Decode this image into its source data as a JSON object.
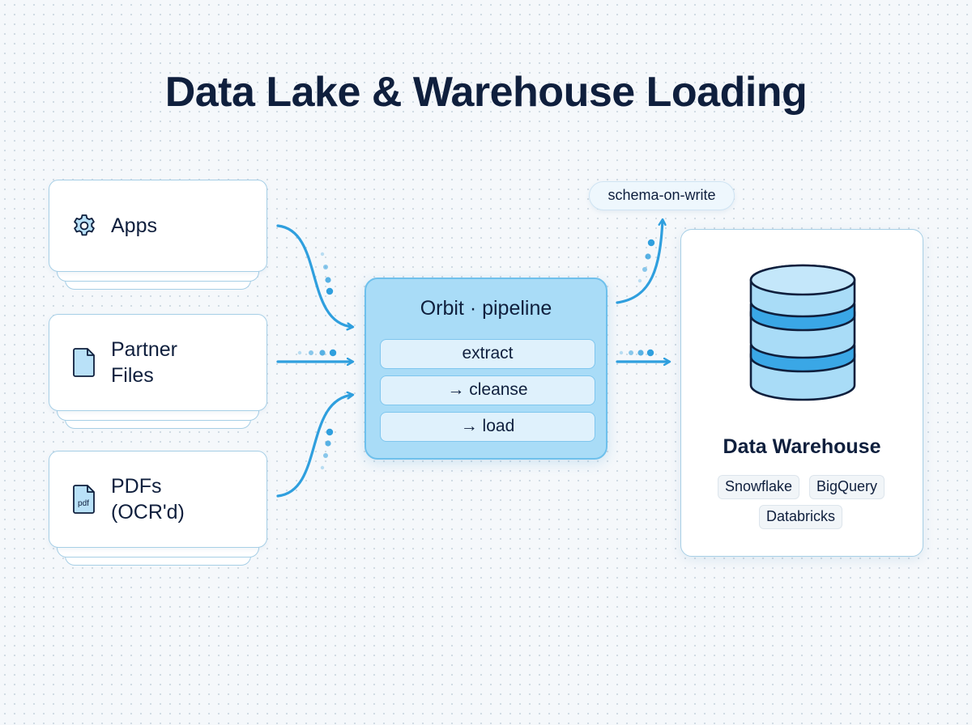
{
  "title": "Data Lake & Warehouse Loading",
  "sources": [
    {
      "label": "Apps",
      "icon": "gear-icon"
    },
    {
      "label": "Partner\nFiles",
      "icon": "file-icon"
    },
    {
      "label": "PDFs\n(OCR'd)",
      "icon": "pdf-file-icon",
      "icon_text": "pdf"
    }
  ],
  "pipeline": {
    "title": "Orbit · pipeline",
    "steps": [
      "extract",
      "→ cleanse",
      "→ load"
    ]
  },
  "schema_note": "schema-on-write",
  "warehouse": {
    "title": "Data Warehouse",
    "tags": [
      "Snowflake",
      "BigQuery",
      "Databricks"
    ]
  },
  "colors": {
    "accent": "#2f9fde",
    "pipeline_fill": "#a9dcf7",
    "title_text": "#0f1f3d",
    "card_border": "#a7cfe6"
  }
}
